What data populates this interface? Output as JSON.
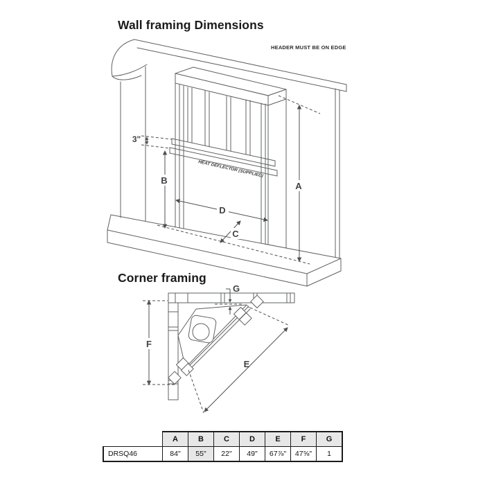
{
  "wall_framing": {
    "title": "Wall framing Dimensions",
    "header_note": "HEADER MUST BE ON EDGE",
    "deflector_label": "HEAT DEFLECTOR (SUPPLIED)",
    "dims": {
      "offset": "3\"",
      "a": "A",
      "b": "B",
      "c": "C",
      "d": "D"
    }
  },
  "corner_framing": {
    "title": "Corner framing",
    "dims": {
      "e": "E",
      "f": "F",
      "g": "G"
    }
  },
  "spec_table": {
    "columns": [
      "A",
      "B",
      "C",
      "D",
      "E",
      "F",
      "G"
    ],
    "row": {
      "model": "DRSQ46",
      "values": [
        "84\"",
        "55\"",
        "22\"",
        "49\"",
        "67⅞\"",
        "47⅝\"",
        "1"
      ]
    },
    "highlighted_column": "B"
  },
  "colors": {
    "line": "#5f6062",
    "dimension": "#4d4f52",
    "label": "#3f4347",
    "title": "#1a1a1a",
    "table_border": "#1a1a1a",
    "table_header_bg": "#e7e7e7",
    "highlight_bg": "#e7e7e7"
  }
}
